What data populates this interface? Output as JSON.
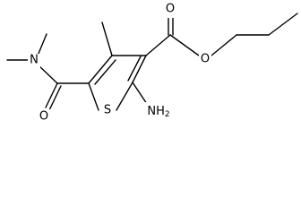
{
  "structure": {
    "atoms": {
      "n_amide": "N",
      "o_carbonyl_amide": "O",
      "o_carbonyl_ester": "O",
      "o_ester": "O",
      "s_ring": "S",
      "nh2": "NH",
      "nh2_sub": "2"
    },
    "colors": {
      "bond": "#000000",
      "text": "#000000",
      "background": "#ffffff"
    }
  }
}
